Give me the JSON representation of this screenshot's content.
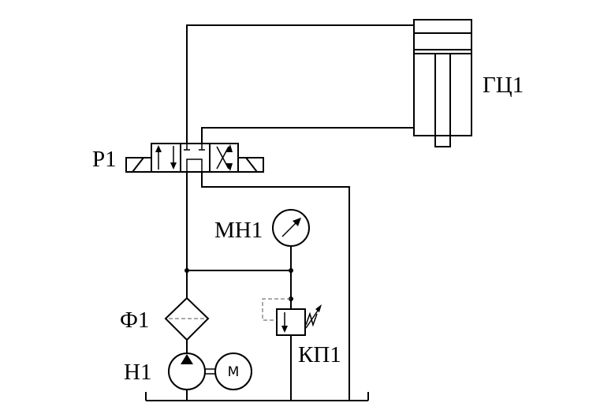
{
  "diagram": {
    "components": {
      "cylinder": {
        "label": "ГЦ1"
      },
      "valve": {
        "label": "Р1"
      },
      "gauge": {
        "label": "МН1"
      },
      "filter": {
        "label": "Ф1"
      },
      "pump": {
        "label": "Н1"
      },
      "relief_valve": {
        "label": "КП1"
      },
      "motor": {
        "label": "М"
      }
    }
  }
}
